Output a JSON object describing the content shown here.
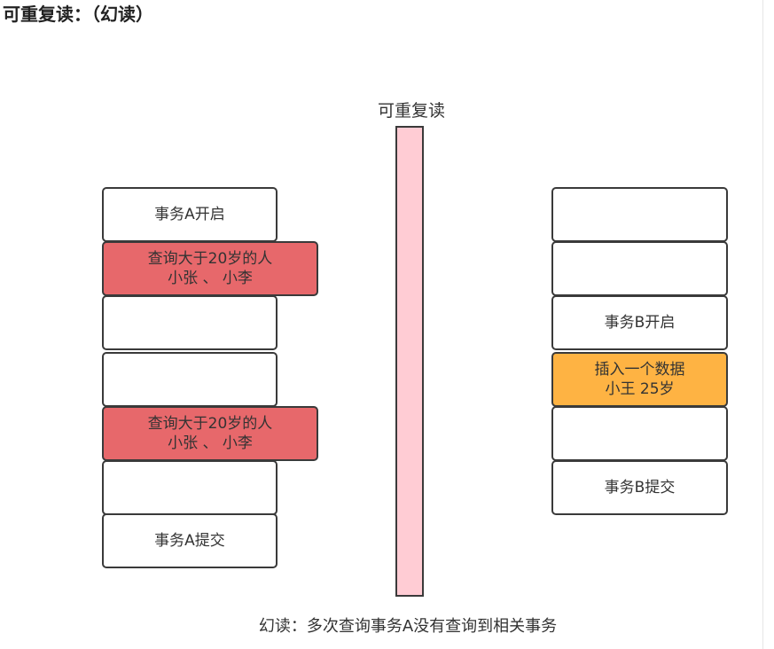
{
  "heading": "可重复读：（幻读）",
  "center_label": "可重复读",
  "transaction_a": {
    "begin": "事务A开启",
    "query1_line1": "查询大于20岁的人",
    "query1_line2": "小张 、 小李",
    "query2_line1": "查询大于20岁的人",
    "query2_line2": "小张 、 小李",
    "commit": "事务A提交"
  },
  "transaction_b": {
    "begin": "事务B开启",
    "insert_line1": "插入一个数据",
    "insert_line2": "小王 25岁",
    "commit": "事务B提交"
  },
  "caption": "幻读：多次查询事务A没有查询到相关事务",
  "colors": {
    "query": "#e7686b",
    "insert": "#feb343",
    "bar": "#ffccd4",
    "border": "#3a3a3a"
  }
}
